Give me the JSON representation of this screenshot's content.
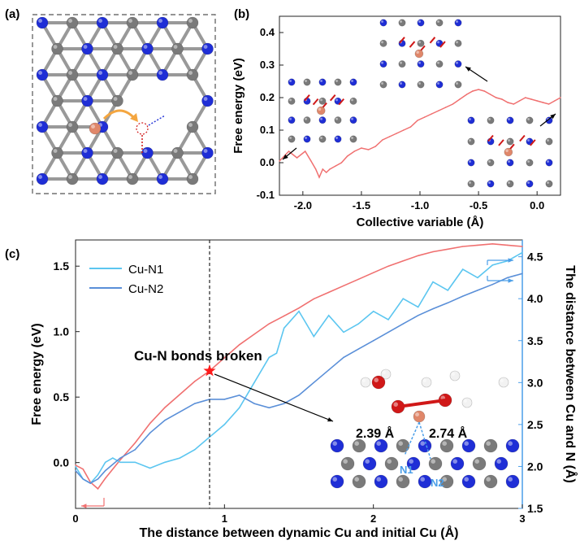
{
  "panel_labels": {
    "a": "(a)",
    "b": "(b)",
    "c": "(c)"
  },
  "colors": {
    "n_atom": "#1f2ed6",
    "c_atom": "#7a7a7a",
    "cu_atom": "#e0876a",
    "o_atom": "#d01818",
    "h_atom": "#f2f2f2",
    "red_curve": "#f07070",
    "cyan_curve": "#5cc6f0",
    "blue_curve": "#5a8fd8",
    "star": "#ff1a1a",
    "arrow_orange": "#f4a640",
    "label_blue": "#4a9ee8"
  },
  "chart_data": [
    {
      "id": "b",
      "type": "line",
      "xlabel": "Collective variable (Å)",
      "ylabel": "Free energy (eV)",
      "xlim": [
        -2.2,
        0.2
      ],
      "ylim": [
        -0.1,
        0.45
      ],
      "xticks": [
        -2.0,
        -1.5,
        -1.0,
        -0.5,
        0.0
      ],
      "xtick_labels": [
        "-2.0",
        "-1.5",
        "-1.0",
        "-0.5",
        "0.0"
      ],
      "yticks": [
        -0.1,
        0.0,
        0.1,
        0.2,
        0.3,
        0.4
      ],
      "ytick_labels": [
        "-0.1",
        "0.0",
        "0.1",
        "0.2",
        "0.3",
        "0.4"
      ],
      "series": [
        {
          "color": "red_curve",
          "x": [
            -2.2,
            -2.12,
            -2.05,
            -1.98,
            -1.93,
            -1.89,
            -1.86,
            -1.83,
            -1.8,
            -1.77,
            -1.72,
            -1.67,
            -1.62,
            -1.56,
            -1.5,
            -1.44,
            -1.38,
            -1.32,
            -1.26,
            -1.2,
            -1.14,
            -1.08,
            -1.02,
            -0.96,
            -0.9,
            -0.84,
            -0.78,
            -0.72,
            -0.66,
            -0.6,
            -0.55,
            -0.5,
            -0.45,
            -0.4,
            -0.35,
            -0.3,
            -0.25,
            -0.2,
            -0.15,
            -0.1,
            -0.05,
            0.0,
            0.05,
            0.1,
            0.15,
            0.2
          ],
          "y": [
            0.005,
            0.035,
            0.015,
            0.035,
            0.005,
            -0.02,
            -0.045,
            -0.02,
            -0.03,
            -0.02,
            -0.01,
            0.0,
            0.02,
            0.035,
            0.045,
            0.04,
            0.05,
            0.07,
            0.08,
            0.09,
            0.1,
            0.11,
            0.13,
            0.14,
            0.15,
            0.16,
            0.17,
            0.18,
            0.195,
            0.21,
            0.22,
            0.225,
            0.22,
            0.21,
            0.2,
            0.195,
            0.185,
            0.18,
            0.19,
            0.2,
            0.195,
            0.19,
            0.185,
            0.18,
            0.19,
            0.2
          ]
        }
      ]
    },
    {
      "id": "c",
      "type": "line",
      "xlabel": "The distance between dynamic Cu and initial Cu (Å)",
      "ylabel": "Free energy (eV)",
      "y2label": "The distance between Cu and N (Å)",
      "xlim": [
        0,
        3
      ],
      "ylim": [
        -0.35,
        1.7
      ],
      "y2lim": [
        1.5,
        4.7
      ],
      "xticks": [
        0,
        1,
        2,
        3
      ],
      "xtick_labels": [
        "0",
        "1",
        "2",
        "3"
      ],
      "yticks": [
        0.0,
        0.5,
        1.0,
        1.5
      ],
      "ytick_labels": [
        "0.0",
        "0.5",
        "1.0",
        "1.5"
      ],
      "y2ticks": [
        1.5,
        2.0,
        2.5,
        3.0,
        3.5,
        4.0,
        4.5
      ],
      "y2tick_labels": [
        "1.5",
        "2.0",
        "2.5",
        "3.0",
        "3.5",
        "4.0",
        "4.5"
      ],
      "legend": [
        "Cu-N1",
        "Cu-N2"
      ],
      "annotation": "Cu-N bonds broken",
      "dashed_x": 0.9,
      "star": [
        0.9,
        0.7
      ],
      "distances": [
        "2.39 Å",
        "2.74 Å"
      ],
      "atom_labels": [
        "N1",
        "N2"
      ],
      "series": [
        {
          "axis": "left",
          "color": "red_curve",
          "x": [
            0,
            0.05,
            0.1,
            0.15,
            0.2,
            0.3,
            0.4,
            0.5,
            0.6,
            0.7,
            0.8,
            0.9,
            1.0,
            1.1,
            1.2,
            1.3,
            1.4,
            1.5,
            1.6,
            1.7,
            1.8,
            1.9,
            2.0,
            2.1,
            2.2,
            2.3,
            2.4,
            2.5,
            2.6,
            2.7,
            2.8,
            2.9,
            3.0
          ],
          "y": [
            -0.02,
            -0.05,
            -0.15,
            -0.2,
            -0.12,
            0.02,
            0.15,
            0.3,
            0.42,
            0.52,
            0.62,
            0.7,
            0.8,
            0.9,
            0.98,
            1.06,
            1.12,
            1.18,
            1.25,
            1.3,
            1.35,
            1.4,
            1.45,
            1.5,
            1.54,
            1.58,
            1.61,
            1.63,
            1.65,
            1.66,
            1.67,
            1.66,
            1.65
          ]
        },
        {
          "axis": "right",
          "name": "Cu-N1",
          "color": "cyan_curve",
          "x": [
            0,
            0.05,
            0.1,
            0.15,
            0.2,
            0.25,
            0.3,
            0.4,
            0.5,
            0.6,
            0.7,
            0.8,
            0.9,
            1.0,
            1.1,
            1.2,
            1.3,
            1.35,
            1.4,
            1.5,
            1.55,
            1.6,
            1.7,
            1.8,
            1.9,
            2.0,
            2.1,
            2.2,
            2.3,
            2.4,
            2.5,
            2.6,
            2.7,
            2.8,
            2.9,
            3.0
          ],
          "y": [
            2.0,
            1.85,
            1.8,
            1.9,
            2.05,
            2.1,
            2.05,
            2.05,
            1.98,
            2.05,
            2.1,
            2.2,
            2.35,
            2.5,
            2.7,
            3.0,
            3.3,
            3.35,
            3.65,
            3.85,
            3.7,
            3.55,
            3.8,
            3.6,
            3.7,
            3.85,
            3.75,
            4.0,
            3.9,
            4.2,
            4.1,
            4.35,
            4.25,
            4.4,
            4.45,
            4.55
          ]
        },
        {
          "axis": "right",
          "name": "Cu-N2",
          "color": "blue_curve",
          "x": [
            0,
            0.05,
            0.1,
            0.15,
            0.2,
            0.3,
            0.4,
            0.5,
            0.6,
            0.7,
            0.8,
            0.9,
            1.0,
            1.1,
            1.2,
            1.3,
            1.4,
            1.5,
            1.6,
            1.7,
            1.8,
            1.9,
            2.0,
            2.1,
            2.2,
            2.3,
            2.4,
            2.5,
            2.6,
            2.7,
            2.8,
            2.9,
            3.0
          ],
          "y": [
            1.95,
            1.85,
            1.8,
            1.85,
            1.95,
            2.1,
            2.2,
            2.4,
            2.55,
            2.65,
            2.75,
            2.8,
            2.8,
            2.85,
            2.75,
            2.7,
            2.75,
            2.85,
            3.0,
            3.15,
            3.3,
            3.4,
            3.5,
            3.6,
            3.7,
            3.8,
            3.88,
            3.95,
            4.03,
            4.1,
            4.17,
            4.25,
            4.3
          ]
        }
      ]
    }
  ]
}
